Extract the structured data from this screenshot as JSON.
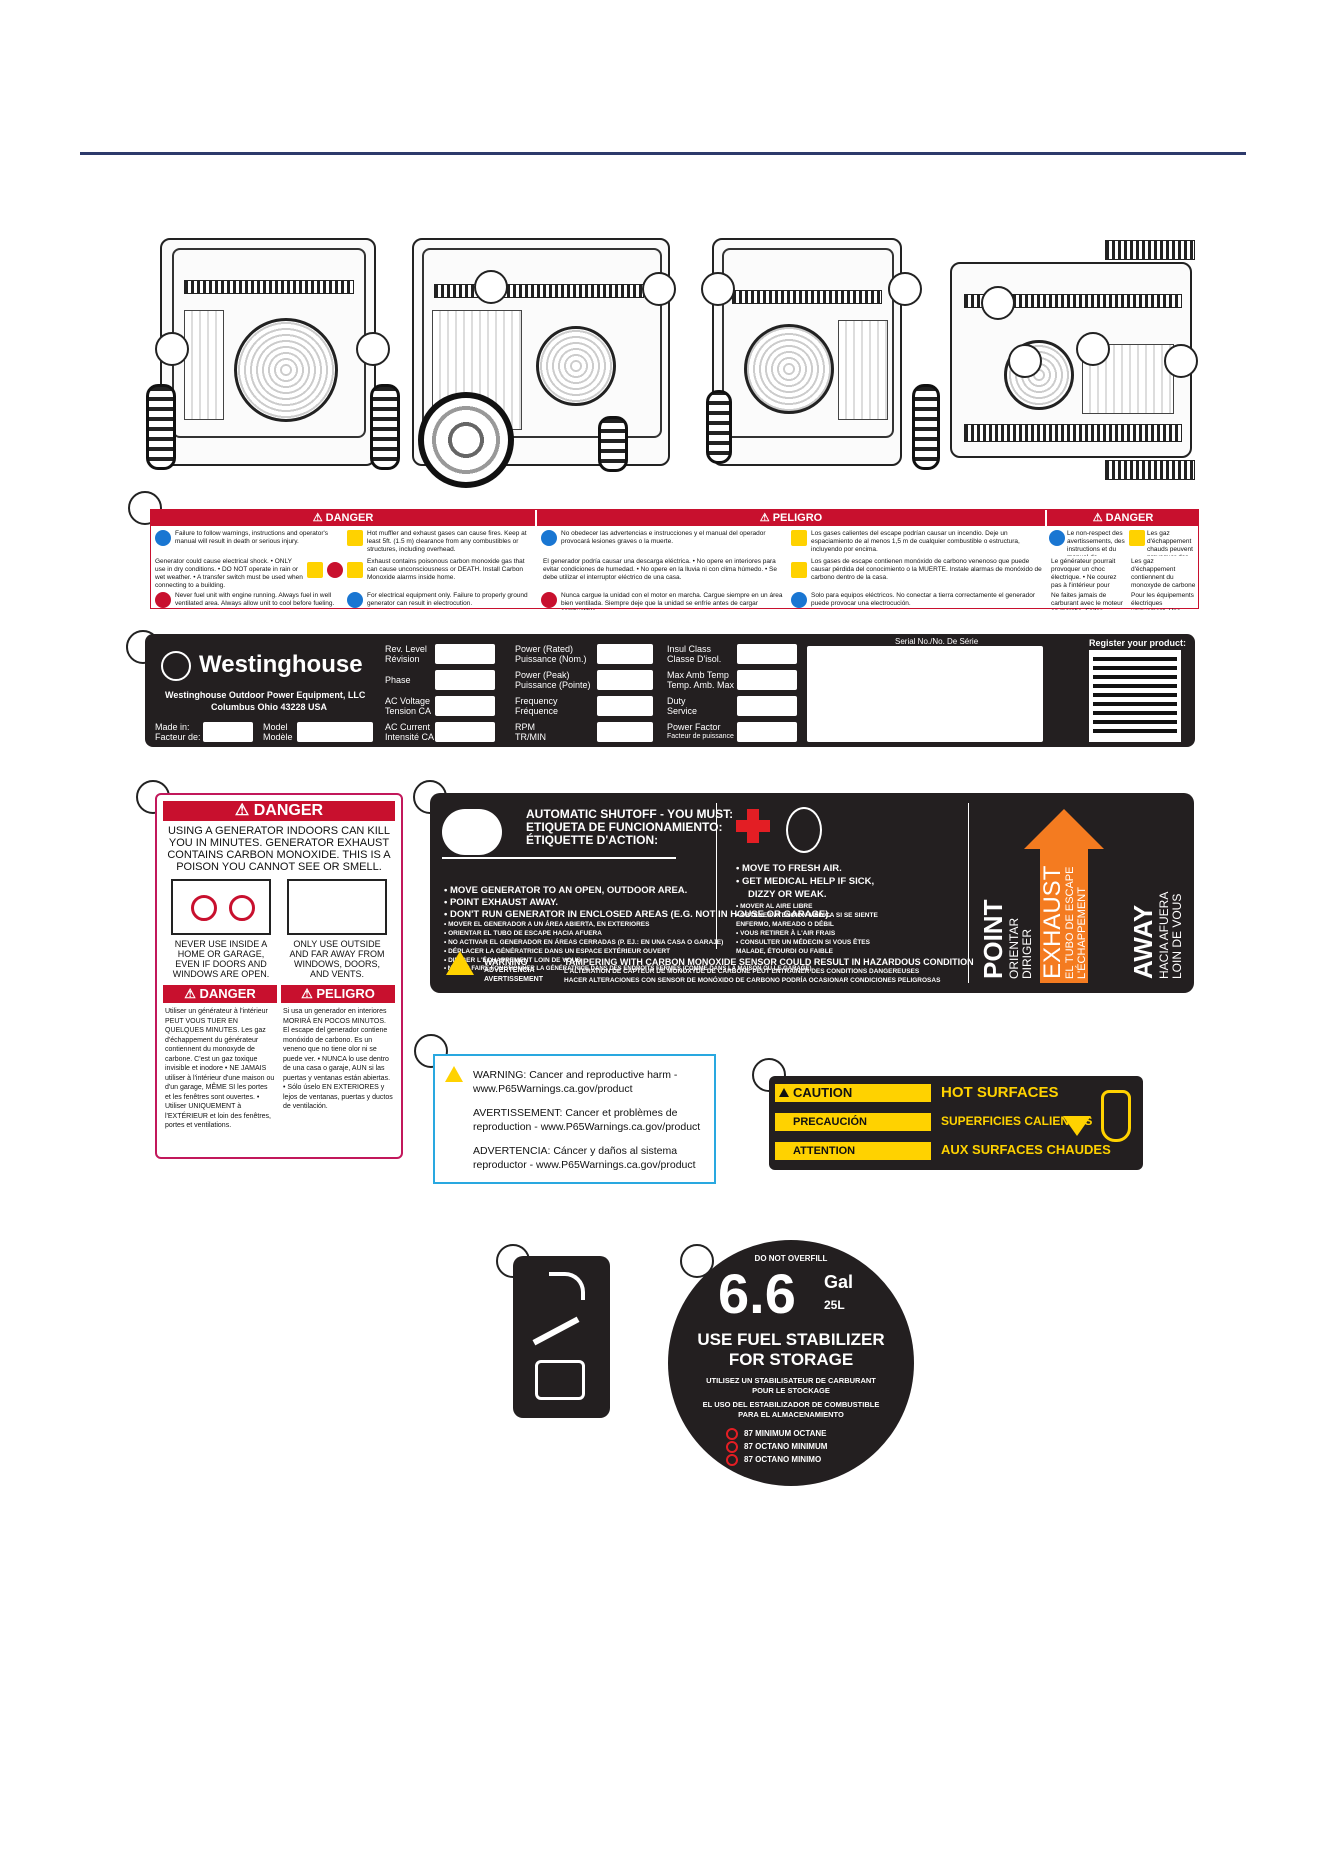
{
  "danger_strip": {
    "headers": [
      "DANGER",
      "PELIGRO",
      "DANGER"
    ],
    "en": {
      "c1": "Failure to follow warnings, instructions and operator's manual will result in death or serious injury.",
      "c2": "Hot muffler and exhaust gases can cause fires. Keep at least 5ft. (1.5 m) clearance from any combustibles or structures, including overhead.",
      "c3": "Generator could cause electrical shock. • ONLY use in dry conditions. • DO NOT operate in rain or wet weather. • A transfer switch must be used when connecting to a building.",
      "c4": "Exhaust contains poisonous carbon monoxide gas that can cause unconsciousness or DEATH. Install Carbon Monoxide alarms inside home.",
      "c5": "Never fuel unit with engine running. Always fuel in well ventilated area. Always allow unit to cool before fueling.",
      "c6": "For electrical equipment only. Failure to properly ground generator can result in electrocution."
    },
    "es": {
      "c1": "No obedecer las advertencias e instrucciones y el manual del operador provocará lesiones graves o la muerte.",
      "c2": "Los gases calientes del escape podrían causar un incendio. Deje un espaciamiento de al menos 1,5 m de cualquier combustible o estructura, incluyendo por encima.",
      "c3": "El generador podría causar una descarga eléctrica. • No opere en interiores para evitar condiciones de humedad. • No opere en la lluvia ni con clima húmedo. • Se debe utilizar el interruptor eléctrico de una casa.",
      "c4": "Los gases de escape contienen monóxido de carbono venenoso que puede causar pérdida del conocimiento o la MUERTE. Instale alarmas de monóxido de carbono dentro de la casa.",
      "c5": "Nunca cargue la unidad con el motor en marcha. Cargue siempre en un área bien ventilada. Siempre deje que la unidad se enfríe antes de cargar combustible.",
      "c6": "Solo para equipos eléctricos. No conectar a tierra correctamente el generador puede provocar una electrocución."
    },
    "fr": {
      "c1": "Le non-respect des avertissements, des instructions et du manuel de l'utilisateur entraînera la mort ou des blessures graves.",
      "c2": "Les gaz d'échappement chauds peuvent provoquer des incendies. Gardez un dégagement d'au moins 1,5 m de tout combustible ou structure, y compris par le haut.",
      "c3": "Le générateur pourrait provoquer un choc électrique. • Ne courez pas à l'intérieur pour éviter les conditions humides. • Ne courez pas sous la pluie ou par temps humide. • Vous devez utiliser le système électrique d'une maison.",
      "c4": "Les gaz d'échappement contiennent du monoxyde de carbone toxique qui peut provoquer une perte de conscience ou la MORT. Installez des avertisseurs de monoxyde de carbone à l'intérieur de la maison.",
      "c5": "Ne faites jamais de carburant avec le moteur en marche. Faites toujours le plein dans un endroit bien ventilé. Laissez toujours l'appareil refroidir avant de faire le plein.",
      "c6": "Pour les équipements électriques uniquement. Une mauvaise mise à la terre du générateur peut entraîner une électrocution."
    }
  },
  "nameplate": {
    "brand": "Westinghouse",
    "company": "Westinghouse Outdoor Power Equipment, LLC",
    "address": "Columbus Ohio 43228 USA",
    "made_in": "Made in:",
    "made_in_fr": "Facteur de:",
    "model": "Model",
    "model_fr": "Modèle",
    "rev_level": "Rev. Level",
    "rev_level_fr": "Révision",
    "phase": "Phase",
    "ac_voltage": "AC Voltage",
    "ac_voltage_fr": "Tension CA",
    "ac_current": "AC Current",
    "ac_current_fr": "Intensité CA",
    "power_rated": "Power (Rated)",
    "power_rated_fr": "Puissance (Nom.)",
    "power_peak": "Power (Peak)",
    "power_peak_fr": "Puissance (Pointe)",
    "frequency": "Frequency",
    "frequency_fr": "Fréquence",
    "rpm": "RPM",
    "rpm_fr": "TR/MIN",
    "insul_class": "Insul Class",
    "insul_class_fr": "Classe D'isol.",
    "max_amb_temp": "Max Amb Temp",
    "max_amb_temp_fr": "Temp. Amb. Max",
    "duty": "Duty",
    "duty_fr": "Service",
    "power_factor": "Power Factor",
    "power_factor_fr": "Facteur de puissance",
    "serial": "Serial No./No. De Série",
    "register": "Register your product:"
  },
  "co_label": {
    "danger": "DANGER",
    "line1": "USING A GENERATOR INDOORS CAN KILL",
    "line2": "YOU IN MINUTES. GENERATOR EXHAUST",
    "line3": "CONTAINS CARBON MONOXIDE. THIS IS A",
    "line4": "POISON YOU CANNOT SEE OR SMELL.",
    "never1": "NEVER USE INSIDE A",
    "never2": "HOME OR GARAGE,",
    "never3": "EVEN IF DOORS AND",
    "never4": "WINDOWS ARE OPEN.",
    "only1": "ONLY USE OUTSIDE",
    "only2": "AND FAR AWAY FROM",
    "only3": "WINDOWS, DOORS,",
    "only4": "AND VENTS.",
    "danger_fr": "DANGER",
    "peligro": "PELIGRO",
    "fr_text": "Utiliser un générateur à l'intérieur PEUT VOUS TUER EN QUELQUES MINUTES. Les gaz d'échappement du générateur contiennent du monoxyde de carbone. C'est un gaz toxique invisible et inodore • NE JAMAIS utiliser à l'intérieur d'une maison ou d'un garage, MÊME SI les portes et les fenêtres sont ouvertes. • Utiliser UNIQUEMENT à l'EXTÉRIEUR et loin des fenêtres, portes et ventilations.",
    "es_text": "Si usa un generador en interiores MORIRÁ EN POCOS MINUTOS. El escape del generador contiene monóxido de carbono. Es un veneno que no tiene olor ni se puede ver. • NUNCA lo use dentro de una casa o garaje, AUN si las puertas y ventanas están abiertas. • Sólo úselo EN EXTERIORES y lejos de ventanas, puertas y ductos de ventilación."
  },
  "shutoff": {
    "title": "AUTOMATIC SHUTOFF - YOU MUST:",
    "title_es": "ETIQUETA DE FUNCIONAMIENTO:",
    "title_fr": "ÉTIQUETTE D'ACTION:",
    "b1": "• MOVE GENERATOR TO AN OPEN, OUTDOOR AREA.",
    "b2": "• POINT EXHAUST AWAY.",
    "b3": "• DON'T RUN GENERATOR IN ENCLOSED AREAS (E.G. NOT IN HOUSE OR GARAGE).",
    "b4": "• MOVER EL GENERADOR A UN ÁREA ABIERTA, EN EXTERIORES",
    "b5": "• ORIENTAR EL TUBO DE ESCAPE HACIA AFUERA",
    "b6": "• NO ACTIVAR EL GENERADOR EN ÁREAS CERRADAS (P. EJ.: EN UNA CASA O GARAJE)",
    "b7": "• DÉPLACER LA GÉNÉRATRICE DANS UN ESPACE EXTÉRIEUR OUVERT",
    "b8": "• DIRIGER L'ÉCHAPPEMENT LOIN DE VOUS",
    "b9": "• NE PAS FAIRE FONCTIONNER LA GÉNÉRATRICE DANS DES ENDROITS FERMÉS (COMME DANS LA MAISON OU LE GARAGE)",
    "m1": "• MOVE TO FRESH AIR.",
    "m2": "• GET MEDICAL HELP IF SICK,",
    "m3": "DIZZY OR WEAK.",
    "m4": "• MOVER AL AIRE LIBRE",
    "m5": "• OBTENER ATENCIÓN MÉDICA SI SE SIENTE",
    "m6": "ENFERMO, MAREADO O DÉBIL",
    "m7": "• VOUS RETIRER À L'AIR FRAIS",
    "m8": "• CONSULTER UN MÉDECIN SI VOUS ÊTES",
    "m9": "MALADE, ÉTOURDI OU FAIBLE",
    "warn1": "WARNING",
    "warn2": "ADVERTENCIA",
    "warn3": "AVERTISSEMENT",
    "tamper1": "TAMPERING WITH CARBON MONOXIDE SENSOR COULD RESULT IN HAZARDOUS CONDITION",
    "tamper2": "L'ALTÉRATION DE CAPTEUR DE MONOXYDE DE CARBONE PEUT ENTRAÎNER DES CONDITIONS DANGEREUSES",
    "tamper3": "HACER ALTERACIONES CON SENSOR DE MONÓXIDO DE CARBONO PODRÍA OCASIONAR CONDICIONES PELIGROSAS",
    "point": "POINT",
    "orientar": "ORIENTAR",
    "diriger": "DIRIGER",
    "exhaust": "EXHAUST",
    "tubo": "EL TUBO DE ESCAPE",
    "echappement": "L'ÉCHAPPEMENT",
    "away": "AWAY",
    "hacia": "HACIA AFUERA",
    "loin": "LOIN DE VOUS"
  },
  "p65": {
    "l1": "WARNING: Cancer and reproductive harm -",
    "l2": "www.P65Warnings.ca.gov/product",
    "l3": "AVERTISSEMENT: Cancer et problèmes de",
    "l4": "reproduction - www.P65Warnings.ca.gov/product",
    "l5": "ADVERTENCIA: Cáncer y daños al sistema",
    "l6": "reproductor - www.P65Warnings.ca.gov/product"
  },
  "caution": {
    "t1": "CAUTION",
    "t2": "PRECAUCIÓN",
    "t3": "ATTENTION",
    "m1": "HOT SURFACES",
    "m2": "SUPERFICIES CALIENTES",
    "m3": "AUX SURFACES CHAUDES"
  },
  "fuel": {
    "overfill": "DO NOT OVERFILL",
    "gal_value": "6.6",
    "gal": "Gal",
    "liters": "25L",
    "s1": "USE FUEL STABILIZER",
    "s2": "FOR STORAGE",
    "s3": "UTILISEZ UN STABILISATEUR DE CARBURANT",
    "s4": "POUR LE STOCKAGE",
    "s5": "EL USO DEL ESTABILIZADOR DE COMBUSTIBLE",
    "s6": "PARA EL ALMACENAMIENTO",
    "o1": "87 MINIMUM OCTANE",
    "o2": "87 OCTANO MINIMUM",
    "o3": "87 OCTANO MINIMO"
  },
  "colors": {
    "accent_rule": "#2d3a6b",
    "danger_red": "#c8102e",
    "label_black": "#231f20",
    "caution_yellow": "#ffd200",
    "exhaust_orange": "#f47b20",
    "p65_blue": "#29a8e0"
  }
}
